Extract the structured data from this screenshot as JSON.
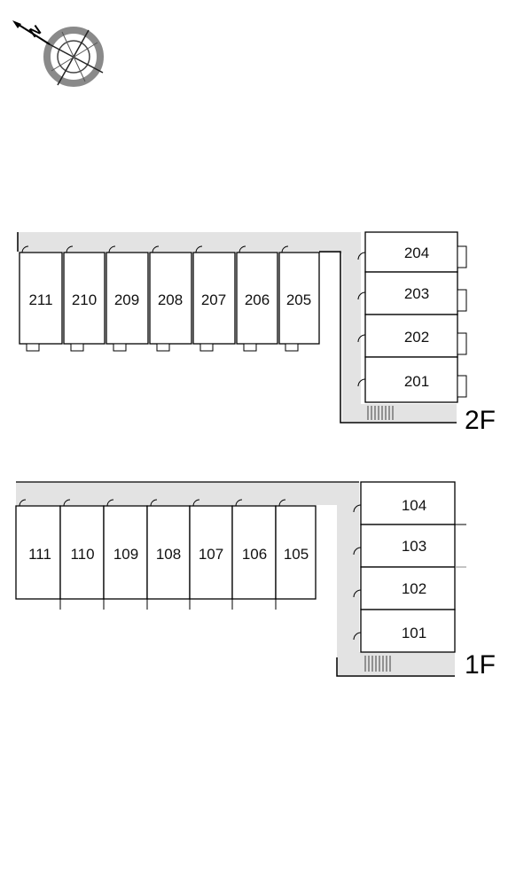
{
  "compass": {
    "north_letter": "N",
    "icon": "compass-rose-icon"
  },
  "floors": [
    {
      "label": "2F",
      "west_units": [
        "211",
        "210",
        "209",
        "208",
        "207",
        "206",
        "205"
      ],
      "east_units": [
        "204",
        "203",
        "202",
        "201"
      ]
    },
    {
      "label": "1F",
      "west_units": [
        "111",
        "110",
        "109",
        "108",
        "107",
        "106",
        "105"
      ],
      "east_units": [
        "104",
        "103",
        "102",
        "101"
      ]
    }
  ],
  "colors": {
    "line": "#000000",
    "corridor": "#e3e3e3",
    "stair": "#7a7a7a"
  }
}
